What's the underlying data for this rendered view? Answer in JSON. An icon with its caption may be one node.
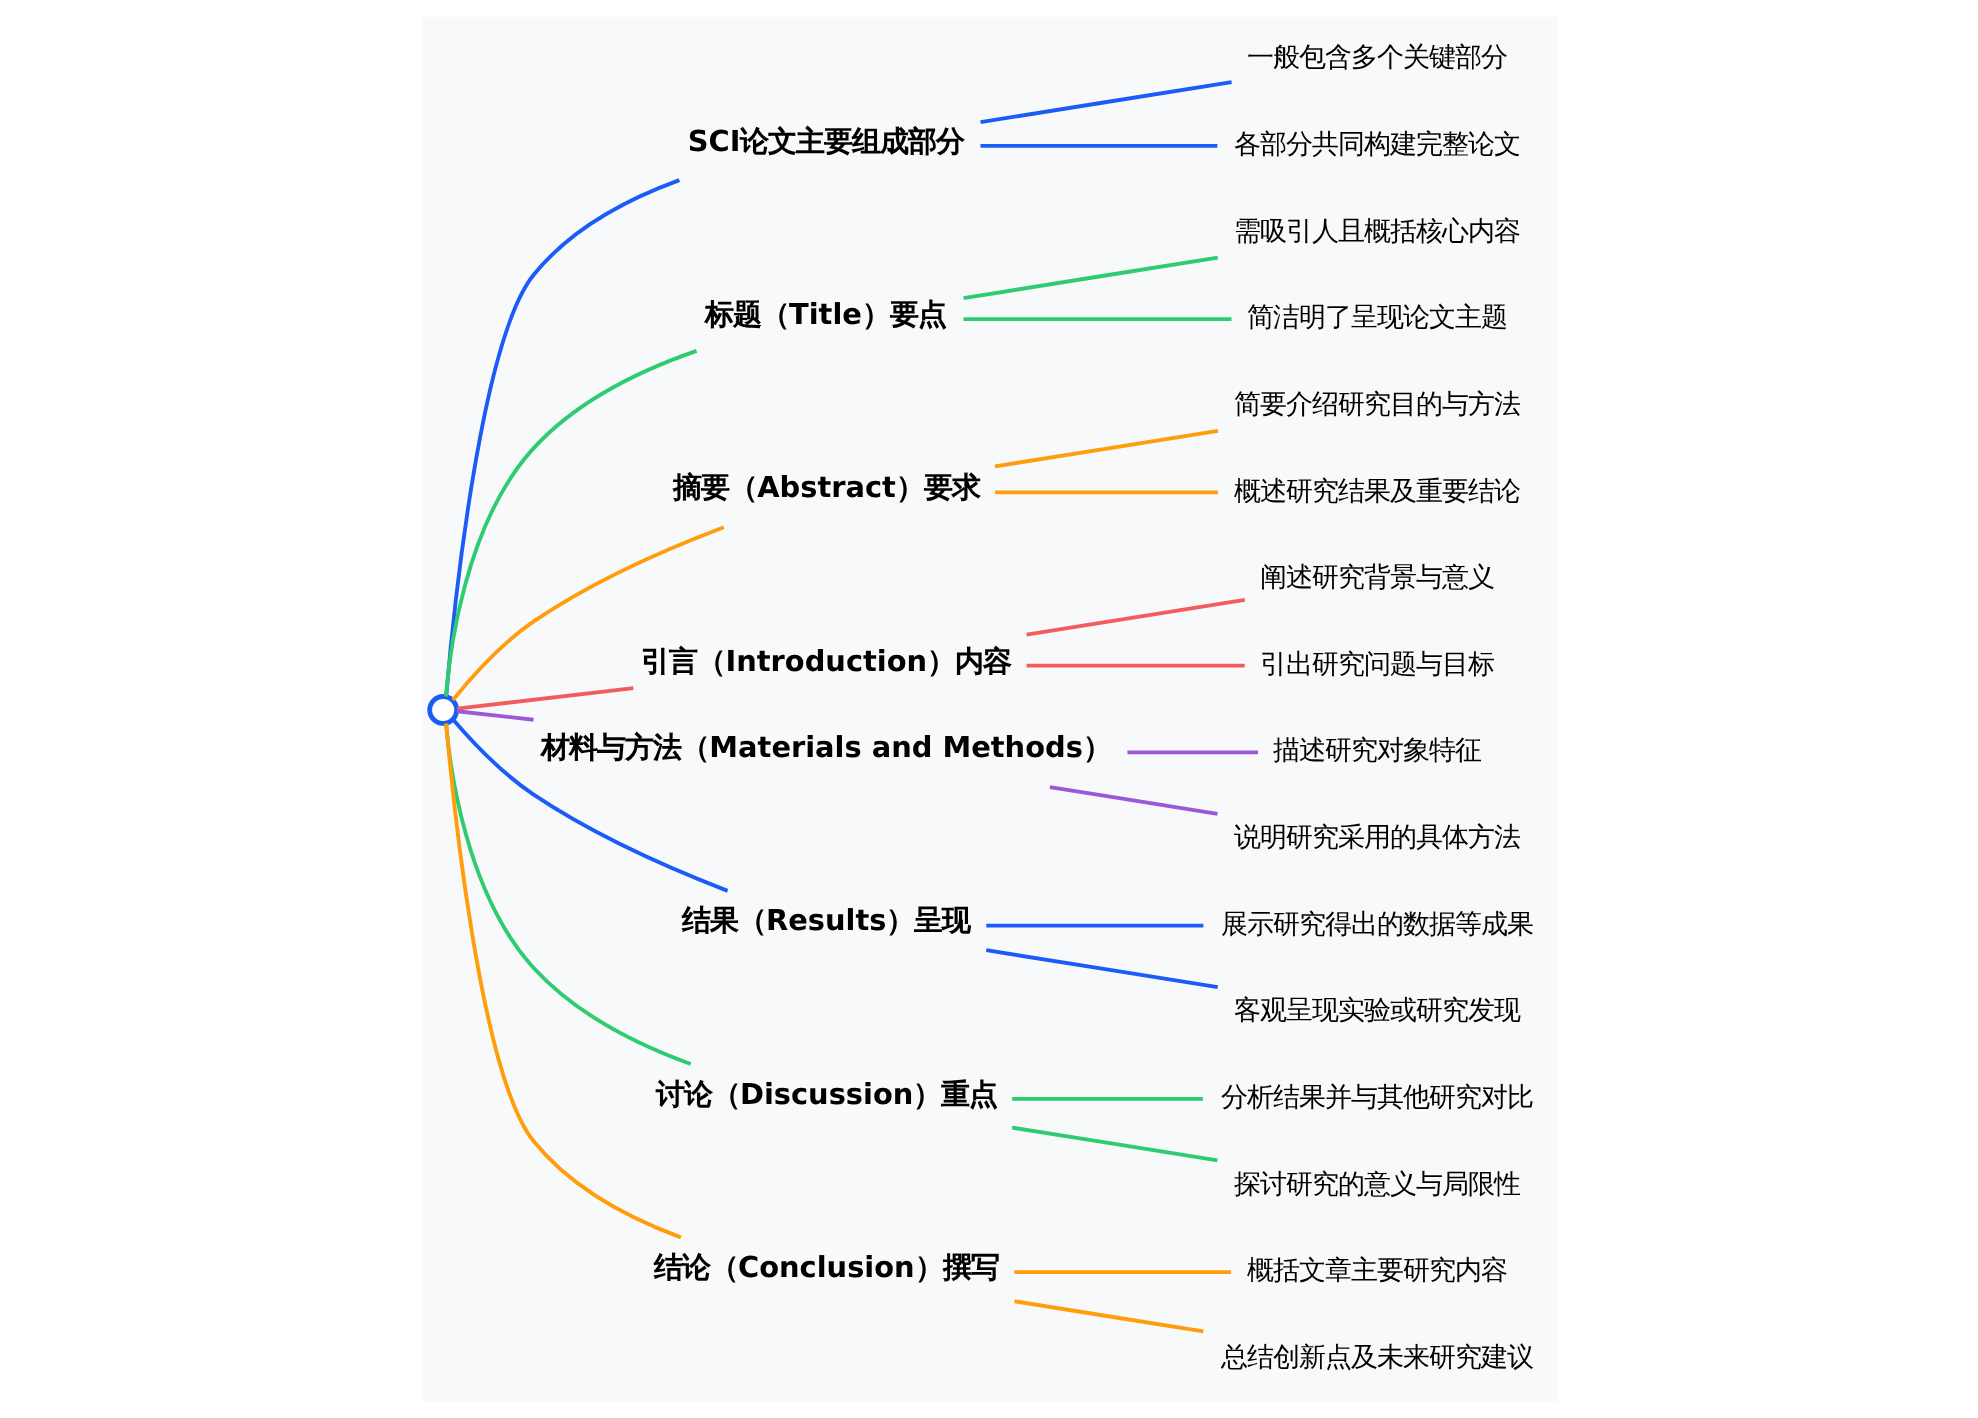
{
  "diagram": {
    "nodes": [
      {
        "text": [],
        "shape": "circle"
      },
      {
        "text": [
          "SCI论文主要组成部分"
        ]
      },
      {
        "text": [
          "一般包含多个关键部分"
        ]
      },
      {
        "text": [
          "各部分共同构建完整论文"
        ]
      },
      {
        "text": [
          "标题（Title）要点"
        ]
      },
      {
        "text": [
          "需吸引人且概括核心内容"
        ]
      },
      {
        "text": [
          "简洁明了呈现论文主题"
        ]
      },
      {
        "text": [
          "摘要（Abstract）要求"
        ]
      },
      {
        "text": [
          "简要介绍研究目的与方法"
        ]
      },
      {
        "text": [
          "概述研究结果及重要结论"
        ]
      },
      {
        "text": [
          "引言（Introduction）内容"
        ]
      },
      {
        "text": [
          "阐述研究背景与意义"
        ]
      },
      {
        "text": [
          "引出研究问题与目标"
        ]
      },
      {
        "text": [
          "材料与方法（Materials and Methods）"
        ]
      },
      {
        "text": [
          "描述研究对象特征"
        ]
      },
      {
        "text": [
          "说明研究采用的具体方法"
        ]
      },
      {
        "text": [
          "结果（Results）呈现"
        ]
      },
      {
        "text": [
          "展示研究得出的数据等成果"
        ]
      },
      {
        "text": [
          "客观呈现实验或研究发现"
        ]
      },
      {
        "text": [
          "讨论（Discussion）重点"
        ]
      },
      {
        "text": [
          "分析结果并与其他研究对比"
        ]
      },
      {
        "text": [
          "探讨研究的意义与局限性"
        ]
      },
      {
        "text": [
          "结论（Conclusion）撰写"
        ]
      },
      {
        "text": [
          "概括文章主要研究内容"
        ]
      },
      {
        "text": [
          "总结创新点及未来研究建议"
        ]
      }
    ],
    "edges": [
      {
        "from": 0,
        "to": 1,
        "arrow": "none",
        "color": "#1a5cf5"
      },
      {
        "from": 0,
        "to": 4,
        "arrow": "none",
        "color": "#2ecc71"
      },
      {
        "from": 0,
        "to": 7,
        "arrow": "none",
        "color": "#ff9d0a"
      },
      {
        "from": 0,
        "to": 10,
        "arrow": "none",
        "color": "#f25c5c"
      },
      {
        "from": 0,
        "to": 13,
        "arrow": "none",
        "color": "#9b59d8"
      },
      {
        "from": 0,
        "to": 16,
        "arrow": "none",
        "color": "#1a5cf5"
      },
      {
        "from": 0,
        "to": 19,
        "arrow": "none",
        "color": "#2ecc71"
      },
      {
        "from": 0,
        "to": 22,
        "arrow": "none",
        "color": "#ff9d0a"
      },
      {
        "from": 1,
        "to": 2,
        "arrow": "none",
        "color": "#1a5cf5"
      },
      {
        "from": 1,
        "to": 3,
        "arrow": "none",
        "color": "#1a5cf5"
      },
      {
        "from": 4,
        "to": 5,
        "arrow": "none",
        "color": "#2ecc71"
      },
      {
        "from": 4,
        "to": 6,
        "arrow": "none",
        "color": "#2ecc71"
      },
      {
        "from": 7,
        "to": 8,
        "arrow": "none",
        "color": "#ff9d0a"
      },
      {
        "from": 7,
        "to": 9,
        "arrow": "none",
        "color": "#ff9d0a"
      },
      {
        "from": 10,
        "to": 11,
        "arrow": "none",
        "color": "#f25c5c"
      },
      {
        "from": 10,
        "to": 12,
        "arrow": "none",
        "color": "#f25c5c"
      },
      {
        "from": 13,
        "to": 14,
        "arrow": "none",
        "color": "#9b59d8"
      },
      {
        "from": 13,
        "to": 15,
        "arrow": "none",
        "color": "#9b59d8"
      },
      {
        "from": 16,
        "to": 17,
        "arrow": "none",
        "color": "#1a5cf5"
      },
      {
        "from": 16,
        "to": 18,
        "arrow": "none",
        "color": "#1a5cf5"
      },
      {
        "from": 19,
        "to": 20,
        "arrow": "none",
        "color": "#2ecc71"
      },
      {
        "from": 19,
        "to": 21,
        "arrow": "none",
        "color": "#2ecc71"
      },
      {
        "from": 22,
        "to": 23,
        "arrow": "none",
        "color": "#ff9d0a"
      },
      {
        "from": 22,
        "to": 24,
        "arrow": "none",
        "color": "#ff9d0a"
      }
    ]
  }
}
